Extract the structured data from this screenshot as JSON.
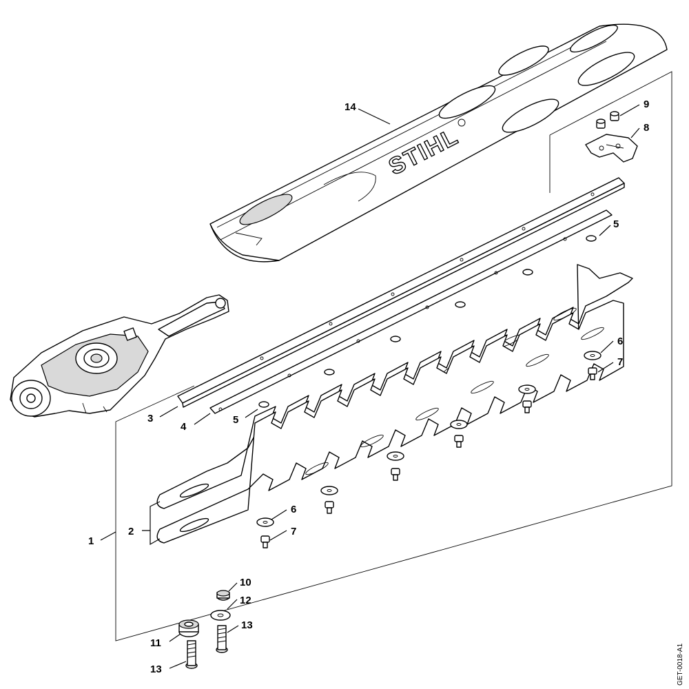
{
  "brand_text": "STIHL",
  "document_id": "GET-0018-A1",
  "callouts": {
    "c1": "1",
    "c2": "2",
    "c3": "3",
    "c4": "4",
    "c5a": "5",
    "c5b": "5",
    "c6a": "6",
    "c6b": "6",
    "c7a": "7",
    "c7b": "7",
    "c8": "8",
    "c9": "9",
    "c10": "10",
    "c11": "11",
    "c12": "12",
    "c13a": "13",
    "c13b": "13",
    "c14": "14"
  }
}
